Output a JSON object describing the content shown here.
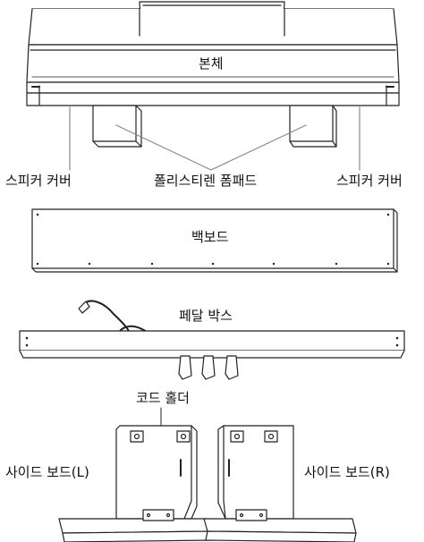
{
  "labels": {
    "main_body": "본체",
    "speaker_cover_left": "스피커 커버",
    "polystyrene_pads": "폴리스티렌 폼패드",
    "speaker_cover_right": "스피커 커버",
    "back_board": "백보드",
    "pedal_box": "페달 박스",
    "cord_holder": "코드 홀더",
    "side_board_left": "사이드 보드(L)",
    "side_board_right": "사이드 보드(R)"
  }
}
